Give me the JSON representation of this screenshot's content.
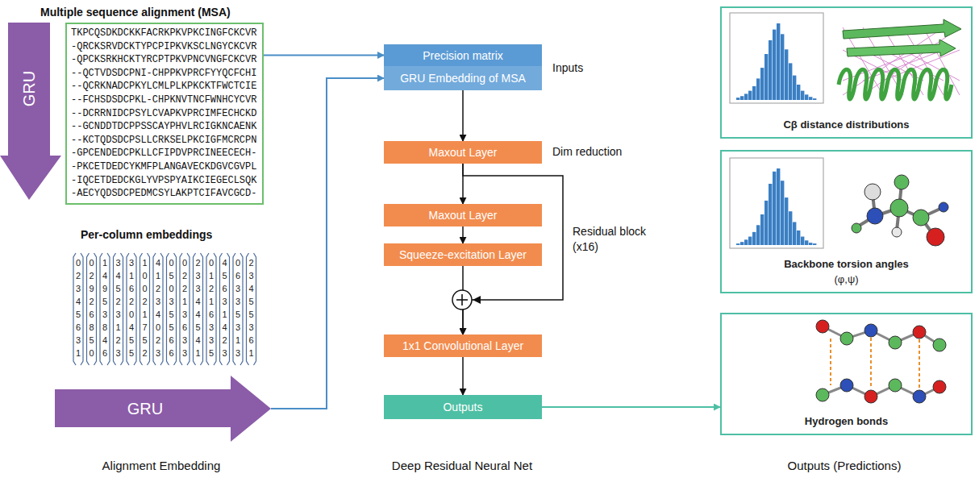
{
  "diagram": {
    "nodes": [
      {
        "text": [
          "TKPCQSDKDCKKFACRKPKVPKCINGFCKCVR",
          "-QRCKSRVDCKTYPCPIPKVKSCLNGYCKCVR",
          "-QPCKSRKHCKTYRCPTPKVPNCVNGFCKCVR",
          "--QCTVDSDCPNI-CHPPKVPRCFYYQCFCHI",
          "--QCRKNADCPKYLCMLPLKPKCKTFWCTCIE",
          "--FCHSDSDCPKL-CHPKNVTNCFWNHCYCVR",
          "--DCRRNIDCPSYLCVAPKVPRCIMFECHCKD",
          "--GCNDDTDCPPSSCAYPHVLRCIGKNCAENK",
          "--KCTQDSDCPSLLCRKSELPKCIGFMCRCPN",
          "-GPCENDEDCPKLLCFIPDVPRCINEECECH-",
          "-PKCETDEDCYKMFPLANGAVECKDGVCGVPL",
          "-IQCETDEDCKGLYVPSPYAIKCIEGECLSQK",
          "-AECYQDSDCPEDMCSYLAKPTCIFAVCGCD-"
        ]
      },
      {
        "text": [
          "GRU"
        ]
      },
      {
        "text": [
          "GRU"
        ]
      },
      {
        "text": [
          "Precision matrix"
        ]
      },
      {
        "text": [
          "GRU Embedding of MSA"
        ]
      },
      {
        "text": [
          "Maxout Layer"
        ]
      },
      {
        "text": [
          "Maxout Layer"
        ]
      },
      {
        "text": [
          "Squeeze-excitation Layer"
        ]
      },
      {
        "text": [
          "1x1 Convolutional Layer"
        ]
      },
      {
        "text": [
          "Outputs"
        ]
      },
      {
        "text": [
          "Cβ distance distributions"
        ]
      },
      {
        "text": [
          "Backbone torsion angles",
          "(φ,ψ)"
        ]
      },
      {
        "text": [
          "Hydrogen bonds"
        ]
      }
    ],
    "edges": [
      {
        "from": 0,
        "to": 3,
        "arrow": "to"
      },
      {
        "from": 2,
        "to": 4,
        "arrow": "to"
      },
      {
        "from": 4,
        "to": 5,
        "arrow": "to"
      },
      {
        "from": 5,
        "to": 6,
        "arrow": "to"
      },
      {
        "from": 6,
        "to": 7,
        "arrow": "to"
      },
      {
        "from": 7,
        "to": 8,
        "arrow": "to"
      },
      {
        "from": 5,
        "to": 8,
        "arrow": "to"
      },
      {
        "from": 8,
        "to": 9,
        "arrow": "to"
      },
      {
        "from": 9,
        "to": 12,
        "arrow": "to"
      }
    ],
    "labels": [
      "Multiple sequence alignment (MSA)",
      "Per-column embeddings",
      "0 2 3 4 5 6 3 1",
      "0 2 9 2 6 8 5 0",
      "1 4 9 5 3 8 4 6",
      "3 4 5 2 3 1 2 3",
      "3 1 6 2 0 4 5 5",
      "1 0 0 2 1 7 5 2",
      "4 1 2 3 4 0 2 3",
      "0 5 0 3 5 5 6 6",
      "0 2 2 1 3 6 3 3",
      "2 3 3 4 4 5 4 1",
      "0 1 2 1 6 3 3 5",
      "4 5 6 3 1 4 2 3",
      "0 6 3 3 5 3 1 3",
      "2 3 4 5 5 3 6 1",
      "Inputs",
      "Dim reduction",
      "Residual block (x16)",
      "Alignment Embedding",
      "Deep Residual Neural Net",
      "Outputs (Predictions)"
    ]
  }
}
